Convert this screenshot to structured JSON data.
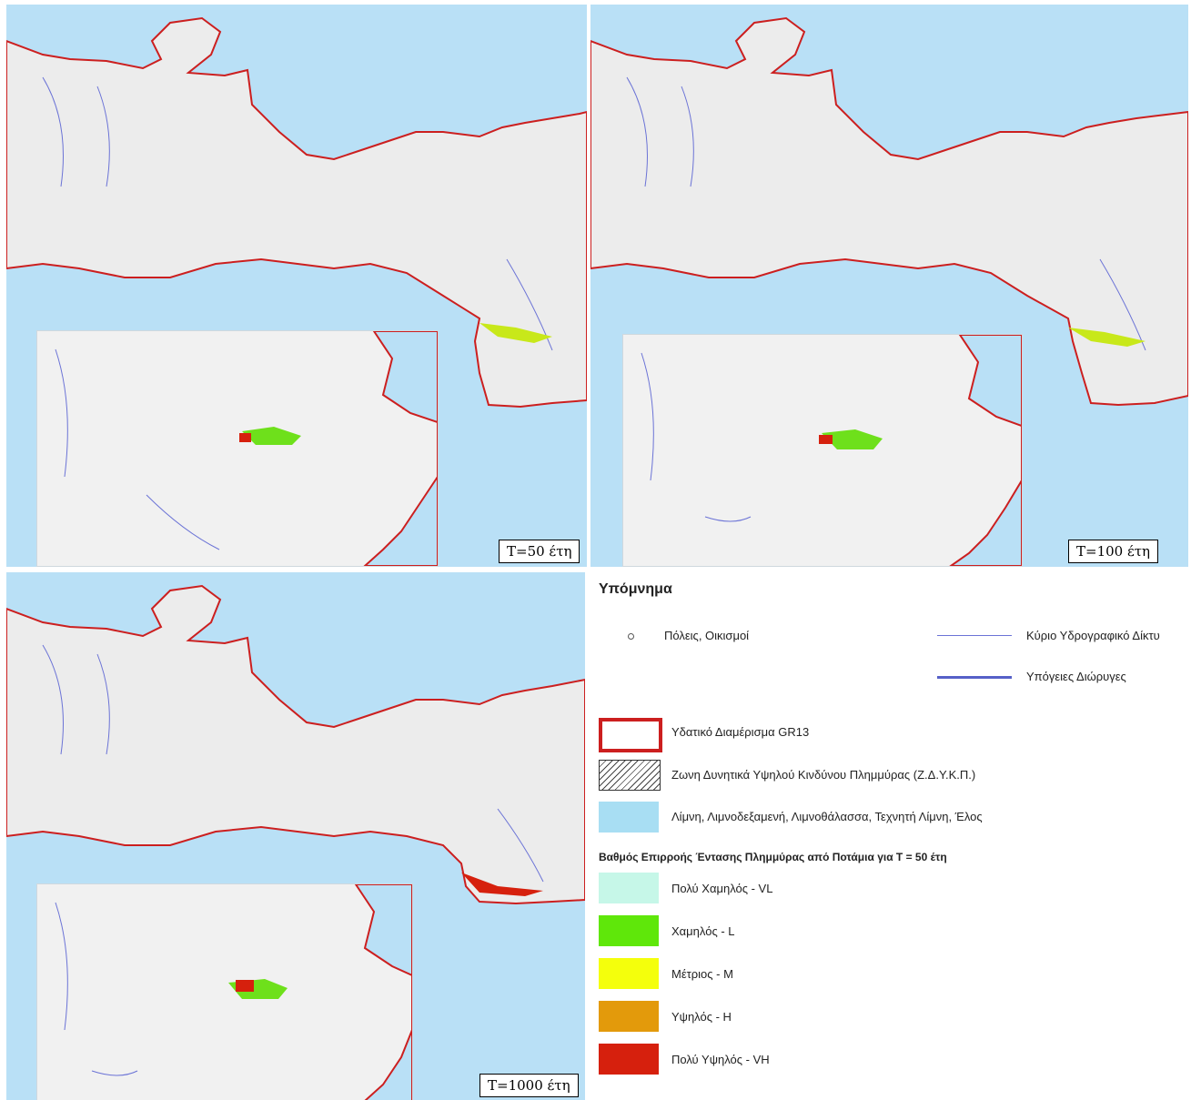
{
  "panels": [
    {
      "label": "T=50 έτη"
    },
    {
      "label": "T=100 έτη"
    },
    {
      "label": "T=1000 έτη"
    }
  ],
  "colors": {
    "sea": "#b9e0f6",
    "land": "#ececec",
    "boundary": "#cc1f1f",
    "river": "#6b73d6"
  },
  "legend": {
    "title": "Υπόμνημα",
    "cities_label": "Πόλεις, Οικισμοί",
    "main_river_label": "Κύριο Υδρογραφικό Δίκτυ",
    "underground_label": "Υπόγειες Διώρυγες",
    "district_label": "Υδατικό Διαμέρισμα GR13",
    "zone_label": "Ζωνη Δυνητικά Υψηλού Κινδύνου Πλημμύρας (Ζ.Δ.Υ.Κ.Π.)",
    "lake_label": "Λίμνη, Λιμνοδεξαμενή, Λιμνοθάλασσα, Τεχνητή Λίμνη, Έλος",
    "section_title": "Βαθμός Επιρροής Έντασης Πλημμύρας από Ποτάμια για T = 50 έτη",
    "classes": [
      {
        "label": "Πολύ Χαμηλός - VL",
        "color": "#c6f7e8"
      },
      {
        "label": "Χαμηλός - L",
        "color": "#5fe70a"
      },
      {
        "label": "Μέτριος - M",
        "color": "#f4ff0c"
      },
      {
        "label": "Υψηλός - H",
        "color": "#e39a0b"
      },
      {
        "label": "Πολύ Υψηλός - VH",
        "color": "#d6200d"
      }
    ]
  }
}
